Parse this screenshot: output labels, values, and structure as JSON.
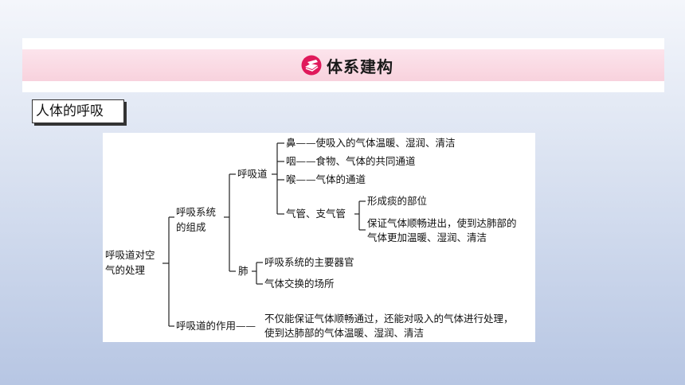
{
  "banner": {
    "title": "体系建构",
    "icon": "book-pen-icon",
    "accent": "#e0195b"
  },
  "section_label": "人体的呼吸",
  "diagram": {
    "root": {
      "line1": "呼吸道对空",
      "line2": "气的处理"
    },
    "composition": {
      "line1": "呼吸系统",
      "line2": "的组成"
    },
    "airway": "呼吸道",
    "nose": "鼻——使吸入的气体温暖、湿润、清洁",
    "pharynx": "咽——食物、气体的共同通道",
    "larynx": "喉——气体的通道",
    "trachea": "气管、支气管",
    "trachea_fn1": "形成痰的部位",
    "trachea_fn2": {
      "line1": "保证气体顺畅进出，使到达肺部的",
      "line2": "气体更加温暖、湿润、清洁"
    },
    "lung": "肺",
    "lung_fn1": "呼吸系统的主要器官",
    "lung_fn2": "气体交换的场所",
    "function": "呼吸道的作用——",
    "function_desc": {
      "line1": "不仅能保证气体顺畅通过，还能对吸入的气体进行处理，",
      "line2": "使到达肺部的气体温暖、湿润、清洁"
    }
  }
}
